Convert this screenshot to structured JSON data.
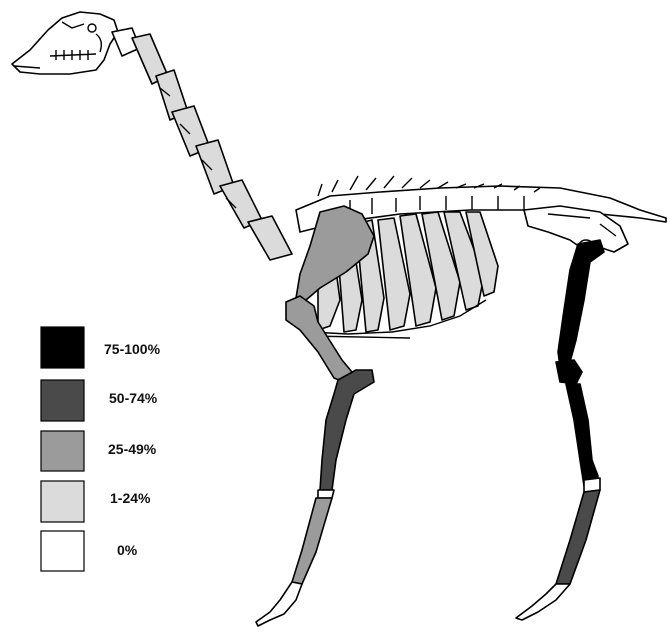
{
  "legend": {
    "items": [
      {
        "label": "75-100%",
        "color": "#000000"
      },
      {
        "label": "50-74%",
        "color": "#4a4a4a"
      },
      {
        "label": "25-49%",
        "color": "#9b9b9b"
      },
      {
        "label": "1-24%",
        "color": "#dcdbdc"
      },
      {
        "label": "0%",
        "color": "#ffffff"
      }
    ]
  },
  "skeleton": {
    "subject": "quadruped skeleton, lateral view",
    "regions": [
      {
        "name": "skull",
        "category": "0%"
      },
      {
        "name": "cervical-vertebrae",
        "category": "1-24%"
      },
      {
        "name": "scapula",
        "category": "25-49%"
      },
      {
        "name": "ribs",
        "category": "1-24%"
      },
      {
        "name": "dorsal-vertebrae",
        "category": "0%"
      },
      {
        "name": "pelvis",
        "category": "0%"
      },
      {
        "name": "humerus",
        "category": "25-49%"
      },
      {
        "name": "radius-ulna",
        "category": "50-74%"
      },
      {
        "name": "metacarpal",
        "category": "25-49%"
      },
      {
        "name": "femur",
        "category": "75-100%"
      },
      {
        "name": "tibia",
        "category": "75-100%"
      },
      {
        "name": "metatarsal",
        "category": "50-74%"
      },
      {
        "name": "phalanges",
        "category": "0%"
      }
    ]
  }
}
